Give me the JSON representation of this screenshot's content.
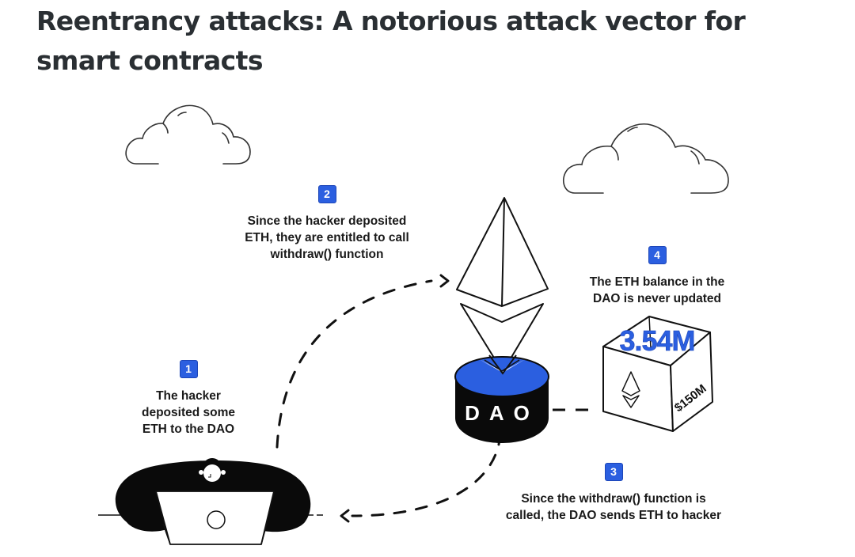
{
  "article": {
    "title": "Reentrancy attacks: A notorious attack vector for smart contracts"
  },
  "diagram": {
    "accent_color": "#2b5fe0",
    "steps": [
      {
        "number": "1",
        "text_lines": [
          "The hacker",
          "deposited some",
          "ETH to the DAO"
        ]
      },
      {
        "number": "2",
        "text_lines": [
          "Since the hacker deposited",
          "ETH, they are entitled to call",
          "withdraw() function"
        ]
      },
      {
        "number": "3",
        "text_lines": [
          "Since the withdraw() function is",
          "called, the DAO sends ETH to hacker"
        ]
      },
      {
        "number": "4",
        "text_lines": [
          "The ETH balance in the",
          "DAO is never updated"
        ]
      }
    ],
    "dao_label": "DAO",
    "box_balance_eth": "3.54M",
    "box_value_usd": "$150M",
    "icons": [
      "cloud-icon",
      "cloud-icon",
      "ethereum-logo-icon",
      "dao-database-icon",
      "treasury-box-icon",
      "ethereum-small-icon",
      "hacker-with-laptop-icon",
      "arrow-right-icon",
      "arrow-left-icon"
    ]
  }
}
